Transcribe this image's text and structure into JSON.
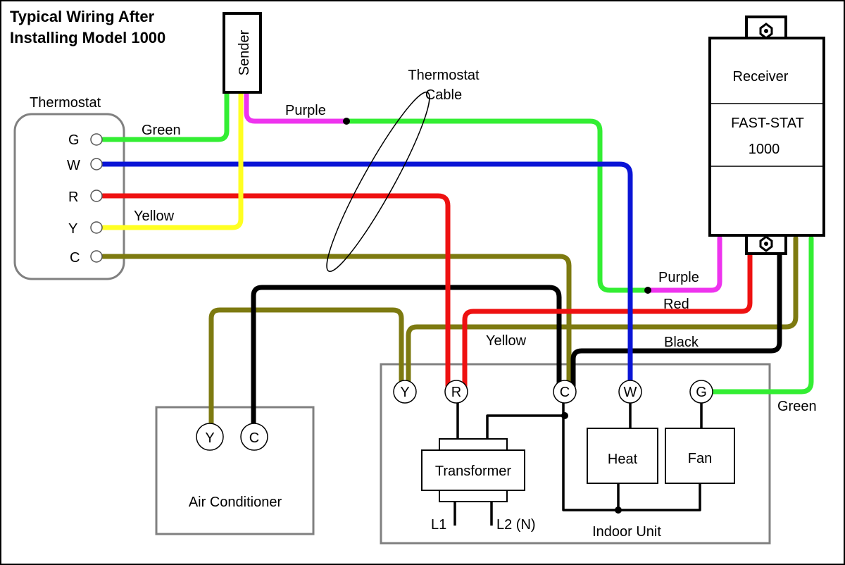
{
  "title": {
    "line1": "Typical Wiring After",
    "line2": "Installing Model 1000"
  },
  "sender": {
    "label": "Sender"
  },
  "thermostat": {
    "label": "Thermostat",
    "terminals": {
      "g": "G",
      "w": "W",
      "r": "R",
      "y": "Y",
      "c": "C"
    }
  },
  "cable": {
    "label_line1": "Thermostat",
    "label_line2": "Cable"
  },
  "receiver": {
    "label": "Receiver",
    "model_line1": "FAST-STAT",
    "model_line2": "1000"
  },
  "wire_labels": {
    "green_top": "Green",
    "yellow_left": "Yellow",
    "purple_top": "Purple",
    "purple_right": "Purple",
    "red": "Red",
    "yellow_mid": "Yellow",
    "black": "Black",
    "green_right": "Green"
  },
  "air_conditioner": {
    "label": "Air Conditioner",
    "terminals": {
      "y": "Y",
      "c": "C"
    }
  },
  "indoor_unit": {
    "label": "Indoor Unit",
    "terminals": {
      "y": "Y",
      "r": "R",
      "c": "C",
      "w": "W",
      "g": "G"
    },
    "transformer": "Transformer",
    "heat": "Heat",
    "fan": "Fan",
    "l1": "L1",
    "l2": "L2 (N)"
  },
  "colors": {
    "green": "#33ee33",
    "blue": "#0a14d6",
    "red": "#ee1111",
    "yellow": "#ffff22",
    "olive": "#7d7a10",
    "purple": "#ee33ee",
    "black": "#000000"
  }
}
